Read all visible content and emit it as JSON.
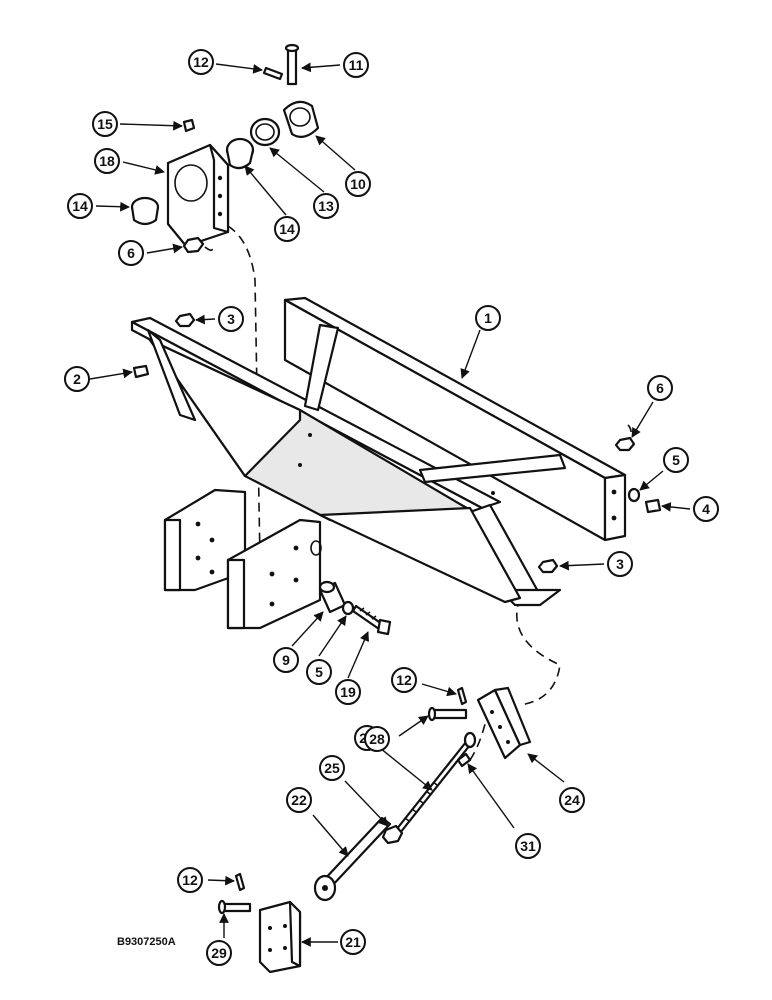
{
  "callouts": [
    "1",
    "2",
    "3",
    "3",
    "4",
    "5",
    "5",
    "6",
    "6",
    "9",
    "10",
    "11",
    "12",
    "12",
    "12",
    "13",
    "14",
    "14",
    "15",
    "18",
    "19",
    "21",
    "22",
    "23",
    "24",
    "25",
    "28",
    "29",
    "31"
  ],
  "drawing_code": "B9307250A"
}
